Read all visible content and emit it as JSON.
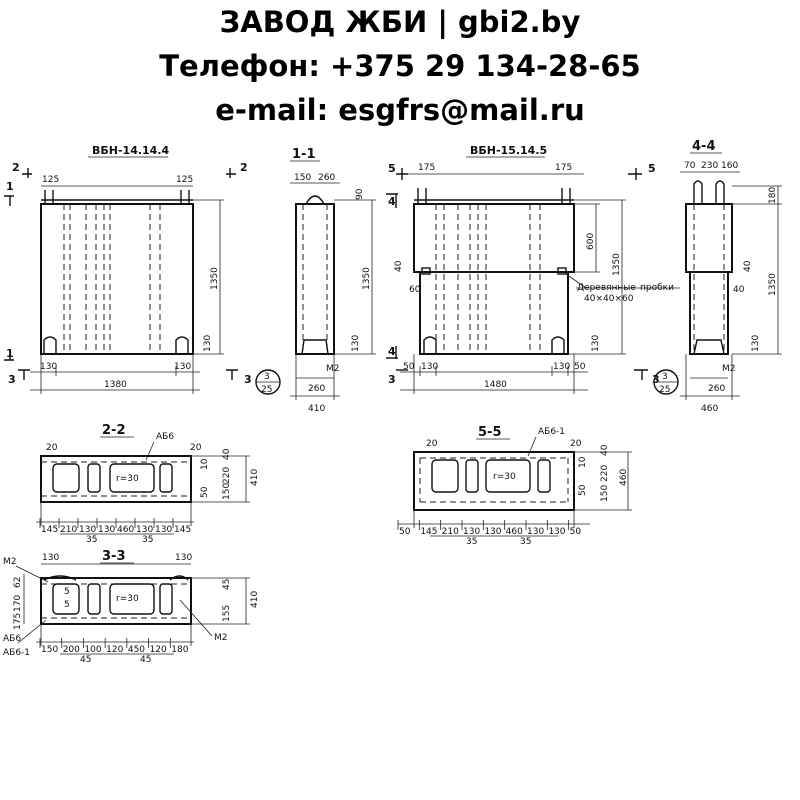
{
  "header": {
    "line1": "ЗАВОД ЖБИ | gbi2.by",
    "line2": "Телефон: +375 29 134-28-65",
    "line3": "e-mail: esgfrs@mail.ru"
  },
  "drawing": {
    "block1": {
      "title": "ВБН-14.14.4",
      "dims": {
        "left_top": "125",
        "right_top": "125",
        "height": "1350",
        "bottom_left": "130",
        "bottom_right": "130",
        "width": "1380",
        "corner": "130"
      },
      "cut_marks": {
        "left_top": "2",
        "right_top": "2",
        "left_mid": "1",
        "left_bottom": "1",
        "left_section": "3",
        "right_section": "3"
      }
    },
    "section_1_1": {
      "title": "1-1",
      "dims": {
        "top_a": "150",
        "top_b": "260",
        "right_top": "90",
        "height": "1350",
        "bottom": "130",
        "loop_label": "M2",
        "inner": "260",
        "overall": "410"
      },
      "callout": {
        "top": "3",
        "bottom": "25"
      }
    },
    "block2": {
      "title": "ВБН-15.14.5",
      "dims": {
        "left_top": "175",
        "right_top": "175",
        "upper": "600",
        "height": "1350",
        "step": "40",
        "side": "60",
        "bottom_a": "50",
        "bottom_b": "130",
        "width": "1480",
        "bottom_c": "130",
        "bottom_d": "50",
        "corner": "130"
      },
      "note_a": "Деревянные",
      "note_b": "пробки",
      "note_c": "40×40×60",
      "cut_marks": {
        "top_left": "5",
        "top_right": "5",
        "left_mid": "4",
        "left_bottom": "4",
        "left_section": "3",
        "right_section": "3"
      }
    },
    "section_4_4": {
      "title": "4-4",
      "dims": {
        "top_a": "70",
        "top_b": "230",
        "top_c": "160",
        "right_top": "180",
        "step": "40",
        "height": "1350",
        "bottom": "130",
        "side": "40",
        "loop_label": "M2",
        "inner": "260",
        "overall": "460"
      },
      "callout": {
        "top": "3",
        "bottom": "25"
      }
    },
    "section_2_2": {
      "title": "2-2",
      "label": "АБ6",
      "dims": {
        "left": "20",
        "right": "20",
        "r40": "40",
        "r10": "10",
        "r220": "220",
        "r150": "150",
        "r50": "50",
        "total": "410",
        "radius": "r=30"
      },
      "bottom": [
        "145",
        "210",
        "130",
        "130",
        "460",
        "130",
        "130",
        "145"
      ],
      "sub": [
        "35",
        "35"
      ]
    },
    "section_3_3": {
      "title": "3-3",
      "labels": {
        "m2_left": "M2",
        "m2_right": "M2",
        "ab_a": "АБ6",
        "ab_b": "АБ6-1",
        "five_a": "5",
        "five_b": "5"
      },
      "dims": {
        "top_left": "130",
        "top_right": "130",
        "l62": "62",
        "l170": "170",
        "l175": "175",
        "r45": "45",
        "r155": "155",
        "total": "410",
        "radius": "r=30"
      },
      "bottom": [
        "150",
        "200",
        "100",
        "120",
        "450",
        "120",
        "180"
      ],
      "sub": [
        "45",
        "45"
      ]
    },
    "section_5_5": {
      "title": "5-5",
      "label": "АБ6-1",
      "dims": {
        "left": "20",
        "right": "20",
        "r40": "40",
        "r10": "10",
        "r220": "220",
        "r150": "150",
        "r50": "50",
        "total": "460",
        "radius": "r=30"
      },
      "bottom": [
        "50",
        "145",
        "210",
        "130",
        "130",
        "460",
        "130",
        "130",
        "50"
      ],
      "sub": [
        "35",
        "35"
      ]
    }
  }
}
